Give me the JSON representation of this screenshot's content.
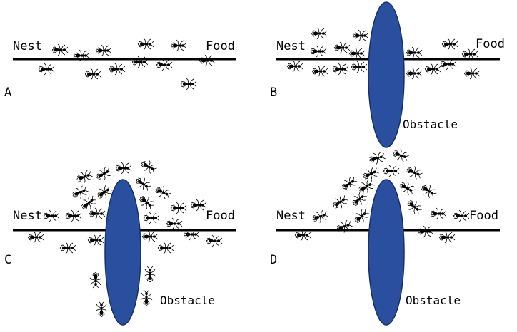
{
  "panels": [
    {
      "id": "A",
      "label": "A",
      "nest": "Nest",
      "food": "Food",
      "obstacle": null
    },
    {
      "id": "B",
      "label": "B",
      "nest": "Nest",
      "food": "Food",
      "obstacle": "Obstacle"
    },
    {
      "id": "C",
      "label": "C",
      "nest": "Nest",
      "food": "Food",
      "obstacle": "Obstacle"
    },
    {
      "id": "D",
      "label": "D",
      "nest": "Nest",
      "food": "Food",
      "obstacle": "Obstacle"
    }
  ],
  "colors": {
    "obstacle_fill": "#2a4f9e",
    "obstacle_stroke": "#16306a",
    "ant": "#000000",
    "path": "#000000"
  },
  "icons": {
    "ant": "ant-icon",
    "obstacle": "obstacle-ellipse"
  }
}
